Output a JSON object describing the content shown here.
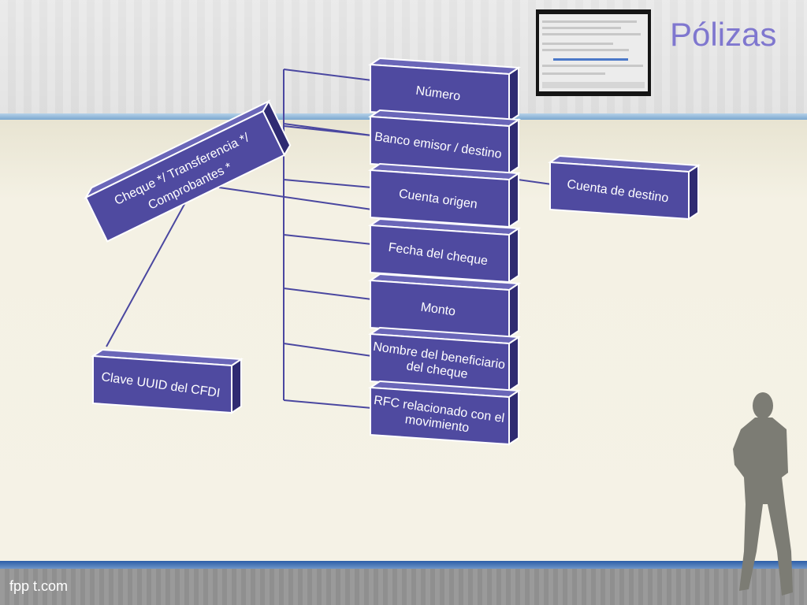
{
  "slide": {
    "title": "Pólizas",
    "footer_brand": "fpp t.com"
  },
  "diagram": {
    "root": "Cheque */ Transferencia */ Comprobantes *",
    "root_lines": [
      "Cheque */ Transferencia */",
      "Comprobantes *"
    ],
    "items": [
      {
        "label": "Número",
        "lines": [
          "Número"
        ]
      },
      {
        "label": "Banco emisor / destino",
        "lines": [
          "Banco emisor / destino"
        ]
      },
      {
        "label": "Cuenta origen",
        "lines": [
          "Cuenta origen"
        ]
      },
      {
        "label": "Fecha del cheque",
        "lines": [
          "Fecha del cheque"
        ]
      },
      {
        "label": "Monto",
        "lines": [
          "Monto"
        ]
      },
      {
        "label": "Nombre del beneficiario del cheque",
        "lines": [
          "Nombre del beneficiario",
          "del cheque"
        ]
      },
      {
        "label": "RFC relacionado con el movimiento",
        "lines": [
          "RFC relacionado con el",
          "movimiento"
        ]
      }
    ],
    "side_right": "Cuenta de destino",
    "side_left": "Clave UUID del CFDI"
  },
  "colors": {
    "box_fill": "#4f4aa0",
    "box_dark": "#2f2b72",
    "line": "#4a47a0",
    "title": "#7f77cf"
  }
}
